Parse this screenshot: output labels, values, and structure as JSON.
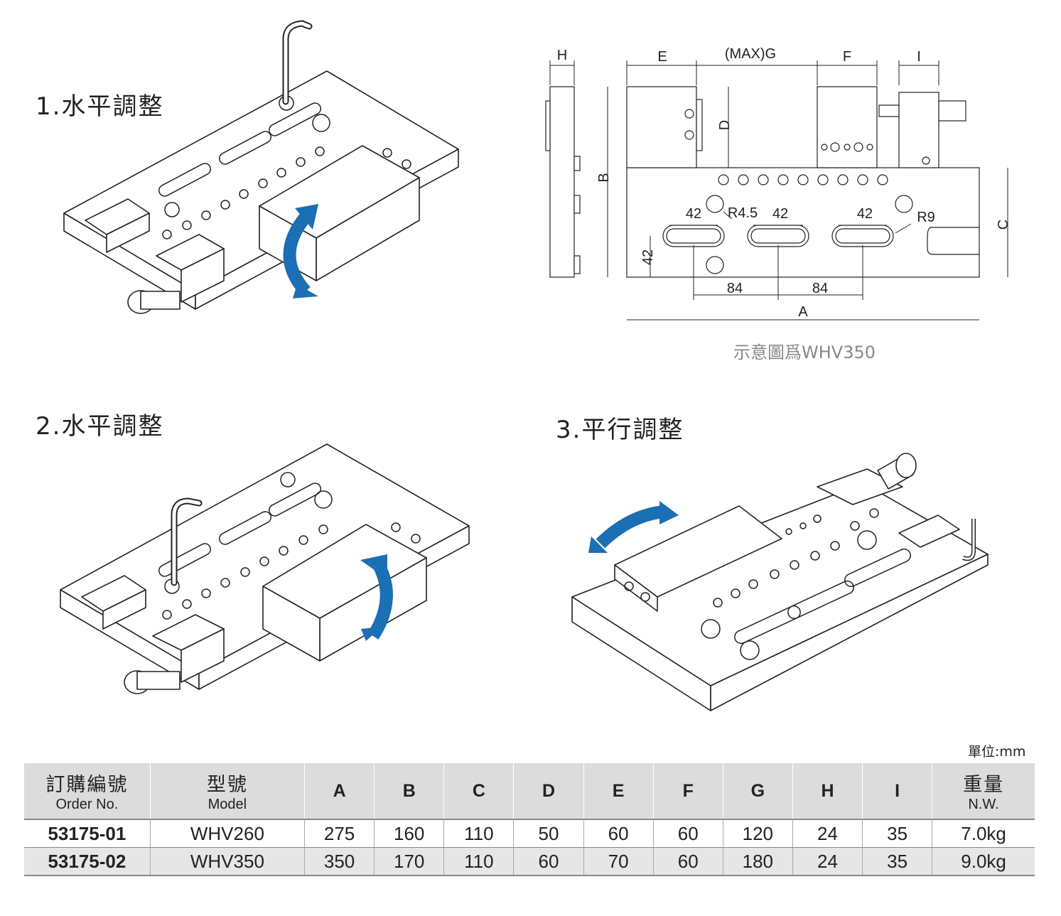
{
  "headings": {
    "step1": "1.水平調整",
    "step2": "2.水平調整",
    "step3": "3.平行調整"
  },
  "drawing": {
    "dims": {
      "H": "H",
      "E": "E",
      "G": "(MAX)G",
      "F": "F",
      "I": "I",
      "B": "B",
      "D": "D",
      "C": "C",
      "A": "A",
      "slot1": "42",
      "slot2": "42",
      "slot3": "42",
      "r45": "R4.5",
      "r9": "R9",
      "side42": "42",
      "pitch1": "84",
      "pitch2": "84"
    },
    "caption": "示意圖爲WHV350"
  },
  "unit_note": "單位:mm",
  "table": {
    "headers": {
      "order_zh": "訂購編號",
      "order_en": "Order No.",
      "model_zh": "型號",
      "model_en": "Model",
      "A": "A",
      "B": "B",
      "C": "C",
      "D": "D",
      "E": "E",
      "F": "F",
      "G": "G",
      "H": "H",
      "I": "I",
      "nw_zh": "重量",
      "nw_en": "N.W."
    },
    "rows": [
      {
        "order": "53175-01",
        "model": "WHV260",
        "A": "275",
        "B": "160",
        "C": "110",
        "D": "50",
        "E": "60",
        "F": "60",
        "G": "120",
        "H": "24",
        "I": "35",
        "nw": "7.0kg"
      },
      {
        "order": "53175-02",
        "model": "WHV350",
        "A": "350",
        "B": "170",
        "C": "110",
        "D": "60",
        "E": "70",
        "F": "60",
        "G": "180",
        "H": "24",
        "I": "35",
        "nw": "9.0kg"
      }
    ]
  },
  "colors": {
    "arrow": "#1a6fb5",
    "header_bg": "#dcdcdc",
    "alt_row": "#e6e6e6"
  }
}
